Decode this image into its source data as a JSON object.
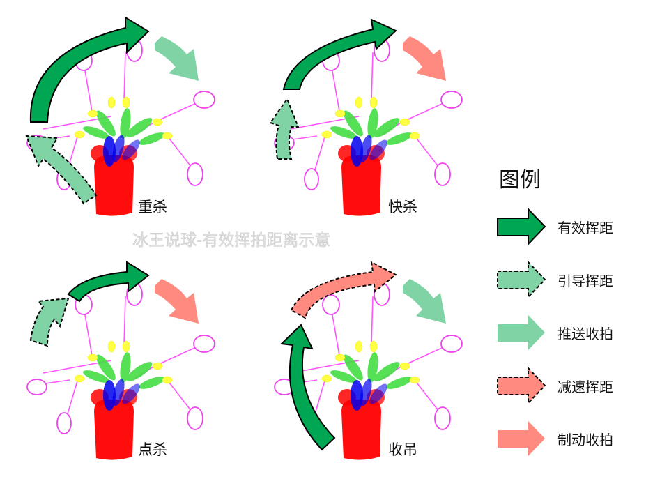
{
  "colors": {
    "effective_swing": "#00a651",
    "guided_swing": "#7fd3a5",
    "push_follow": "#7fd3a5",
    "decel_swing": "#ff8a80",
    "brake_follow": "#ff8a80",
    "body_red": "#ff0000",
    "arm_green": "#33dd33",
    "forearm_blue": "#0000ee",
    "joint_yellow": "#ffff33",
    "stick_magenta": "#ff44ff"
  },
  "panels": [
    {
      "label": "重杀"
    },
    {
      "label": "快杀"
    },
    {
      "label": "点杀"
    },
    {
      "label": "收吊"
    }
  ],
  "watermark": "冰王说球-有效挥拍距离示意",
  "legend": {
    "title": "图例",
    "items": [
      {
        "label": "有效挥距",
        "style": "solid-dark-green"
      },
      {
        "label": "引导挥距",
        "style": "dashed-light-green"
      },
      {
        "label": "推送收拍",
        "style": "plain-light-green"
      },
      {
        "label": "减速挥距",
        "style": "dashed-salmon"
      },
      {
        "label": "制动收拍",
        "style": "plain-salmon"
      }
    ]
  }
}
